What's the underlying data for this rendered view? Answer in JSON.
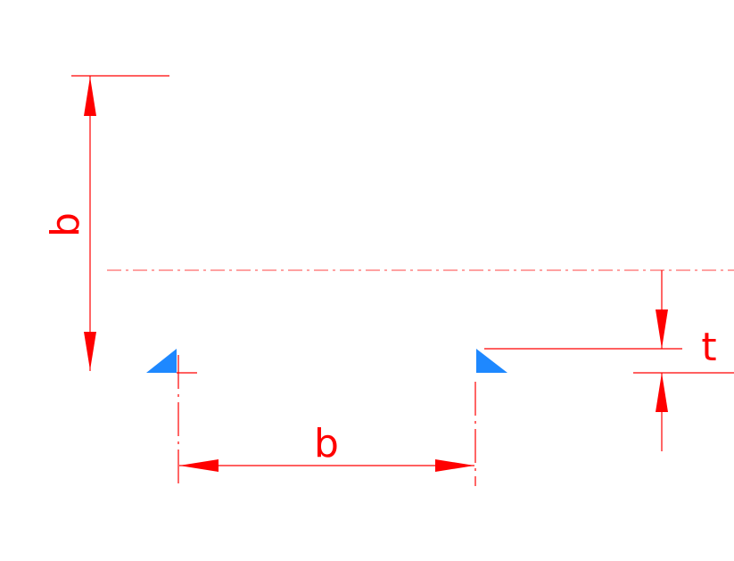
{
  "colors": {
    "background": "#ffffff",
    "dimension": "#ff0000",
    "centerline": "#ff6a6a",
    "weld_symbol": "#1e88ff"
  },
  "labels": {
    "vertical_dimension": "b",
    "horizontal_dimension": "b",
    "offset_dimension": "t"
  },
  "symbols": {
    "left_weld": "fillet-weld-symbol",
    "right_weld": "fillet-weld-symbol"
  }
}
